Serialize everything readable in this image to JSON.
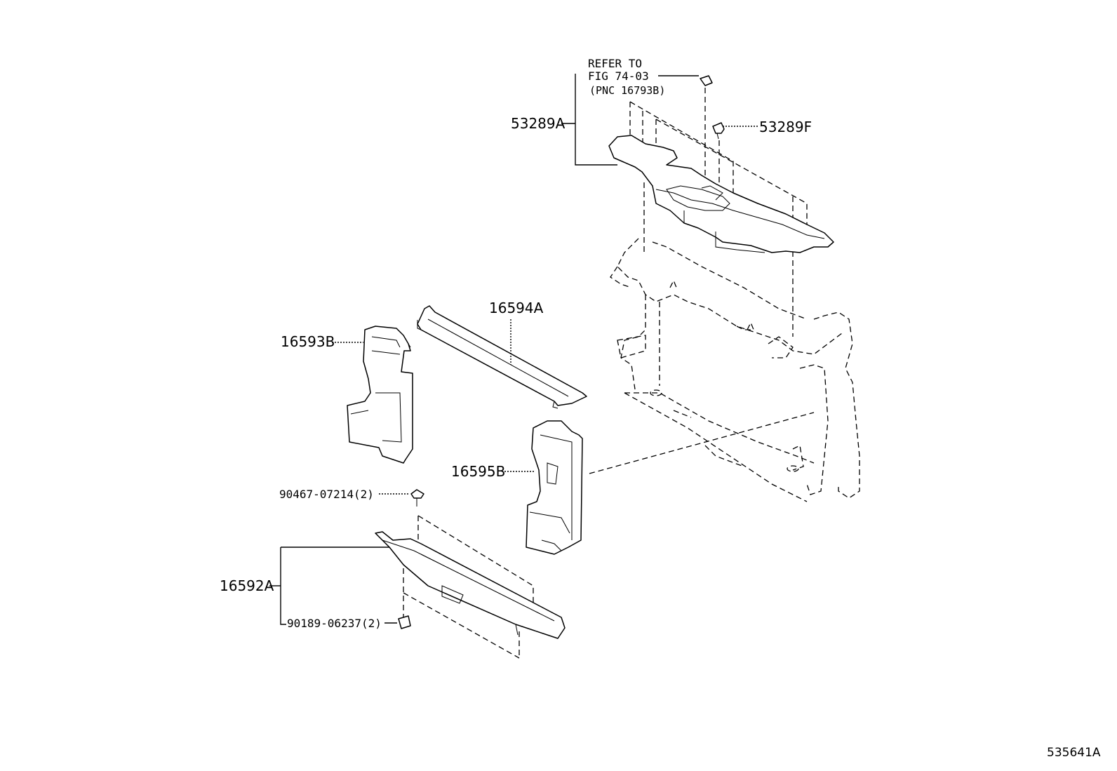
{
  "diagram": {
    "labels": {
      "refer_line1": "REFER TO",
      "refer_line2": "FIG 74-03",
      "refer_line3": "(PNC 16793B)",
      "p53289A": "53289A",
      "p53289F": "53289F",
      "p16594A": "16594A",
      "p16593B": "16593B",
      "p16595B": "16595B",
      "p90467": "90467-07214(2)",
      "p16592A": "16592A",
      "p90189": "90189-06237(2)"
    },
    "figure_id": "535641A"
  }
}
